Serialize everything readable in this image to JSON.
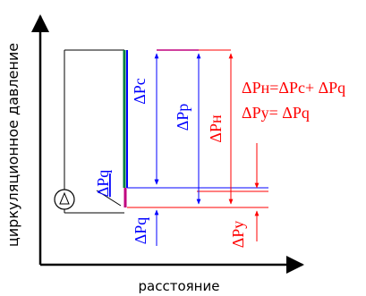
{
  "axes": {
    "y_label": "циркуляционное давление",
    "x_label": "расстояние"
  },
  "labels": {
    "dpc": "ΔPc",
    "dpp": "ΔPp",
    "dph": "ΔPн",
    "dpq_left": "ΔPq",
    "dpq_bottom": "ΔPq",
    "dpy": "ΔPy"
  },
  "formulas": {
    "line1": "ΔPн=ΔPc+ ΔPq",
    "line2": "ΔPy= ΔPq"
  },
  "colors": {
    "blue": "#0000ff",
    "red": "#ff0000",
    "magenta": "#c0007f",
    "green": "#007f3f",
    "black": "#000000"
  }
}
